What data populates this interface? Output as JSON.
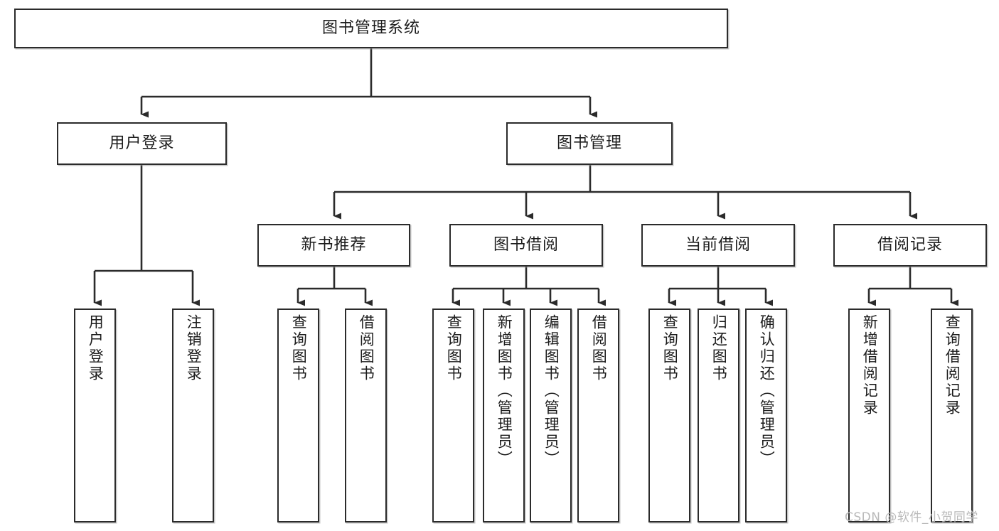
{
  "diagram": {
    "type": "tree-hierarchy-chart",
    "title": "图书管理系统",
    "root": {
      "id": "root",
      "label": "图书管理系统"
    },
    "level2": [
      {
        "id": "user-login",
        "label": "用户登录"
      },
      {
        "id": "book-management",
        "label": "图书管理"
      }
    ],
    "level3": [
      {
        "id": "new-book-recommend",
        "label": "新书推荐",
        "parent": "book-management"
      },
      {
        "id": "book-borrow",
        "label": "图书借阅",
        "parent": "book-management"
      },
      {
        "id": "current-borrow",
        "label": "当前借阅",
        "parent": "book-management"
      },
      {
        "id": "borrow-record",
        "label": "借阅记录",
        "parent": "book-management"
      }
    ],
    "leaves": {
      "user-login": [
        {
          "id": "leaf-user-login",
          "label": "用户登录"
        },
        {
          "id": "leaf-user-logout",
          "label": "注销登录"
        }
      ],
      "new-book-recommend": [
        {
          "id": "leaf-query-book-1",
          "label": "查询图书"
        },
        {
          "id": "leaf-borrow-book-1",
          "label": "借阅图书"
        }
      ],
      "book-borrow": [
        {
          "id": "leaf-query-book-2",
          "label": "查询图书"
        },
        {
          "id": "leaf-add-book",
          "label": "新增图书（管理员）"
        },
        {
          "id": "leaf-edit-book",
          "label": "编辑图书（管理员）"
        },
        {
          "id": "leaf-borrow-book-2",
          "label": "借阅图书"
        }
      ],
      "current-borrow": [
        {
          "id": "leaf-query-book-3",
          "label": "查询图书"
        },
        {
          "id": "leaf-return-book",
          "label": "归还图书"
        },
        {
          "id": "leaf-confirm-return",
          "label": "确认归还（管理员）"
        }
      ],
      "borrow-record": [
        {
          "id": "leaf-add-record",
          "label": "新增借阅记录"
        },
        {
          "id": "leaf-query-record",
          "label": "查询借阅记录"
        }
      ]
    },
    "colors": {
      "stroke": "#2b2b2b",
      "fill": "#ffffff",
      "text": "#1c1c1c",
      "watermark": "#b9b9b9"
    }
  },
  "watermark": {
    "text": "CSDN @软件_小贺同学"
  }
}
